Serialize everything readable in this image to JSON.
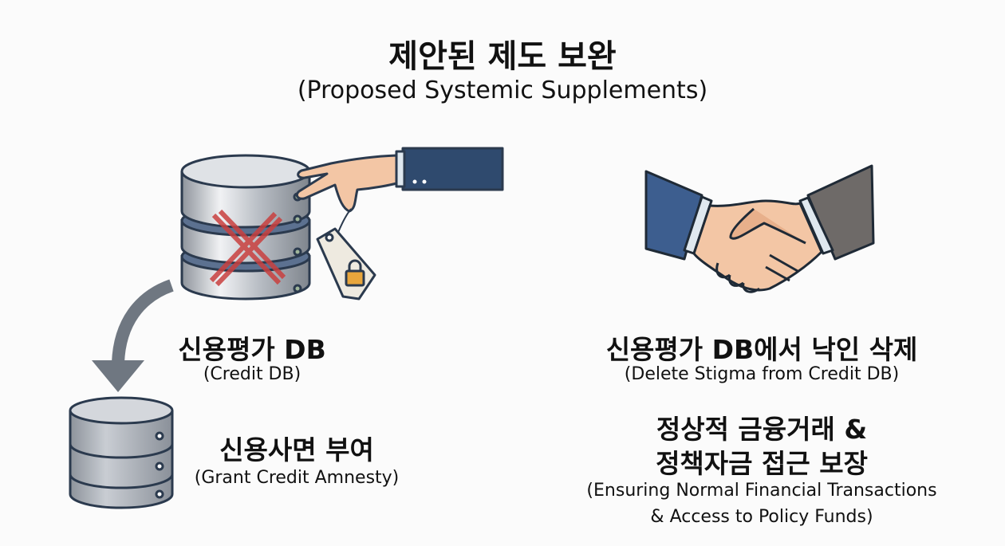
{
  "header": {
    "title": "제안된 제도 보완",
    "subtitle": "(Proposed Systemic Supplements)"
  },
  "left": {
    "credit_db": {
      "label": "신용평가 DB",
      "sub": "(Credit DB)"
    },
    "amnesty": {
      "label": "신용사면 부여",
      "sub": "(Grant Credit Amnesty)"
    }
  },
  "right": {
    "delete": {
      "label": "신용평가 DB에서 낙인 삭제",
      "sub": "(Delete Stigma from Credit DB)"
    },
    "ensure": {
      "line1": "정상적 금융거래 &",
      "line2": "정책자금 접근 보장",
      "sub1": "(Ensuring Normal Financial Transactions",
      "sub2": "& Access to Policy Funds)"
    }
  },
  "colors": {
    "navy": "#2f4a6e",
    "silver": "#c8ccd2",
    "red_x": "#c9403f",
    "skin": "#f3c6a5",
    "gray_sleeve": "#6e6a68",
    "blue_sleeve": "#3d5e8f"
  }
}
